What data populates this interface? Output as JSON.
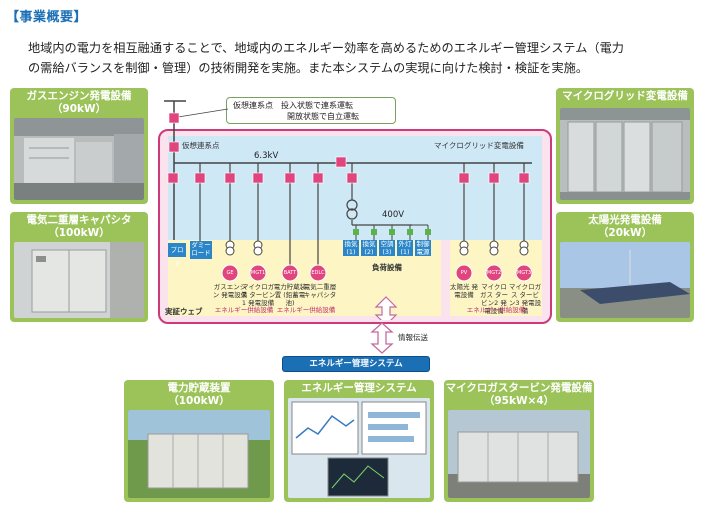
{
  "header": {
    "title": "【事業概要】",
    "intro_line1": "地域内の電力を相互融通することで、地域内のエネルギー効率を高めるためのエネルギー管理システム（電力",
    "intro_line2": "の需給バランスを制御・管理）の技術開発を実施。また本システムの実現に向けた検討・検証を実施。"
  },
  "photos": {
    "gas_engine": {
      "title": "ガスエンジン発電設備",
      "sub": "（90kW）"
    },
    "edlc": {
      "title": "電気二重層キャパシタ",
      "sub": "（100kW）"
    },
    "microgrid_sub": {
      "title": "マイクログリッド変電設備",
      "sub": ""
    },
    "solar": {
      "title": "太陽光発電設備",
      "sub": "（20kW）"
    },
    "storage": {
      "title": "電力貯蔵装置",
      "sub": "（100kW）"
    },
    "ems": {
      "title": "エネルギー管理システム",
      "sub": ""
    },
    "microturbine": {
      "title": "マイクロガスタービン発電設備",
      "sub": "（95kW×4）"
    }
  },
  "diagram": {
    "callout_line1": "仮想連系点　投入状態で連系運転",
    "callout_line2": "開放状態で自立運転",
    "virtual_point": "仮想連系点",
    "substation": "マイクログリッド変電設備",
    "voltage_high": "6.3kV",
    "voltage_low": "400V",
    "load_label": "負荷設備",
    "site_label": "実証ウェブ",
    "supply_label_left": "エネルギー供給設備",
    "supply_label_mid": "エネルギー供給設備",
    "supply_label_right": "エネルギー供給設備",
    "proa": "プロア",
    "dummy": "ダミー ロード",
    "loads": [
      "換気 (1)",
      "換気 (2)",
      "空調 (3)",
      "外灯 (1)",
      "制御 電源"
    ],
    "gen_left": [
      {
        "badge": "GE",
        "label": "ガスエンジン 発電設備"
      },
      {
        "badge": "MGT1",
        "label": "マイクロガス タービン1 発電設備"
      }
    ],
    "gen_mid": [
      {
        "badge": "BATT",
        "label": "電力貯蔵装置 (鉛蓄電池)"
      },
      {
        "badge": "EDLC",
        "label": "電気二重層 キャパシタ"
      }
    ],
    "gen_right": [
      {
        "badge": "PV",
        "label": "太陽光 発電設備"
      },
      {
        "badge": "MGT2",
        "label": "マイクロガス タービン2 発電設備"
      },
      {
        "badge": "MGT3",
        "label": "マイクロガス タービン3 発電設備"
      }
    ],
    "info_transfer": "情報伝送",
    "ems_bar": "エネルギー管理システム"
  },
  "colors": {
    "accent_blue": "#1a6fb5",
    "card_green": "#9bc35a",
    "grid_magenta": "#cc3a7a"
  }
}
